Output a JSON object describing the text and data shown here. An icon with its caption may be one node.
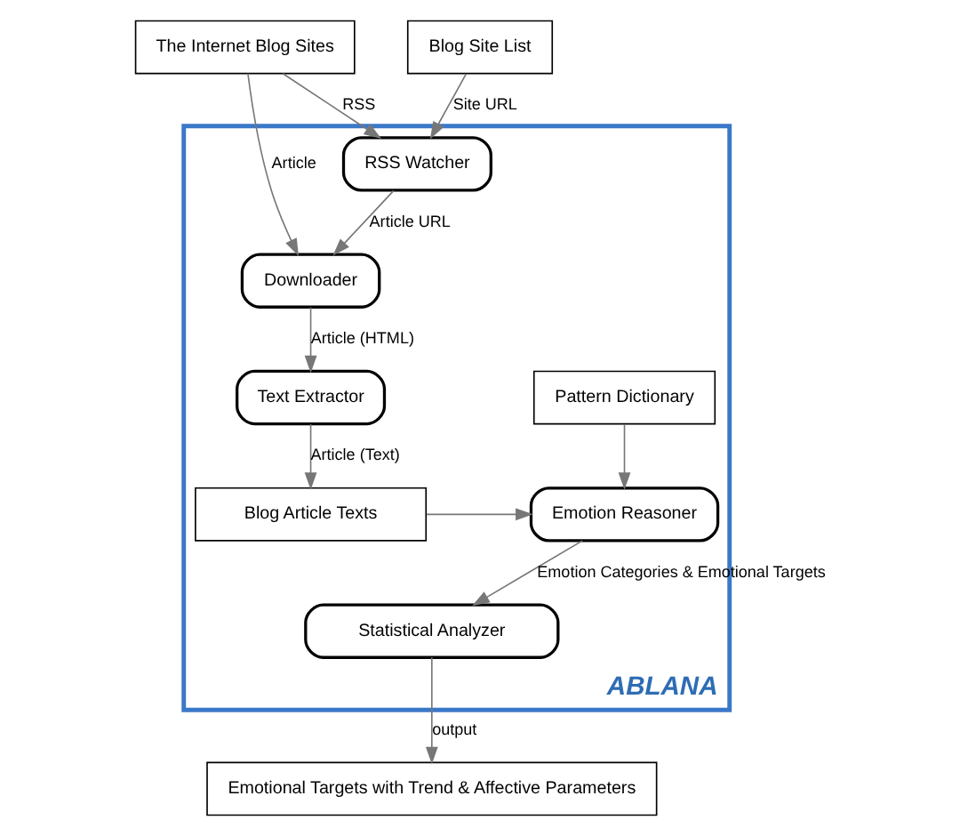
{
  "diagram": {
    "nodes": [
      {
        "text": [
          "The Internet Blog Sites"
        ]
      },
      {
        "text": [
          "ABLANA"
        ]
      },
      {
        "text": [
          "RSS Watcher"
        ],
        "in": 1
      },
      {
        "text": [
          "Blog Site List"
        ]
      },
      {
        "text": [
          "Downloader"
        ],
        "in": 1
      },
      {
        "text": [
          "Text Extractor"
        ],
        "in": 1
      },
      {
        "text": [
          "Pattern Dictionary"
        ],
        "in": 1
      },
      {
        "text": [
          "Emotion Reasoner"
        ],
        "in": 1
      },
      {
        "text": [
          "Blog Article Texts"
        ],
        "in": 1
      },
      {
        "text": [
          "Statistical Analyzer"
        ],
        "in": 1
      },
      {
        "text": [
          "Emotional Targets with Trend & Affective Parameters"
        ]
      }
    ],
    "edges": [
      {
        "from": 0,
        "to": 2,
        "arrow": "to",
        "label": "RSS"
      },
      {
        "from": 3,
        "to": 2,
        "arrow": "to",
        "label": "Site URL"
      },
      {
        "from": 2,
        "to": 4,
        "arrow": "to",
        "label": "Article URL"
      },
      {
        "from": 0,
        "to": 4,
        "arrow": "to",
        "label": "Article"
      },
      {
        "from": 4,
        "to": 5,
        "arrow": "to",
        "label": "Article (HTML)"
      },
      {
        "from": 5,
        "to": 8,
        "arrow": "to",
        "label": "Article (Text)"
      },
      {
        "from": 6,
        "to": 7,
        "arrow": "to"
      },
      {
        "from": 8,
        "to": 7,
        "arrow": "to"
      },
      {
        "from": 7,
        "to": 9,
        "arrow": "to",
        "label": "Emotion Categories & Emotional Targets"
      },
      {
        "from": 9,
        "to": 10,
        "arrow": "to",
        "label": "output"
      }
    ]
  }
}
